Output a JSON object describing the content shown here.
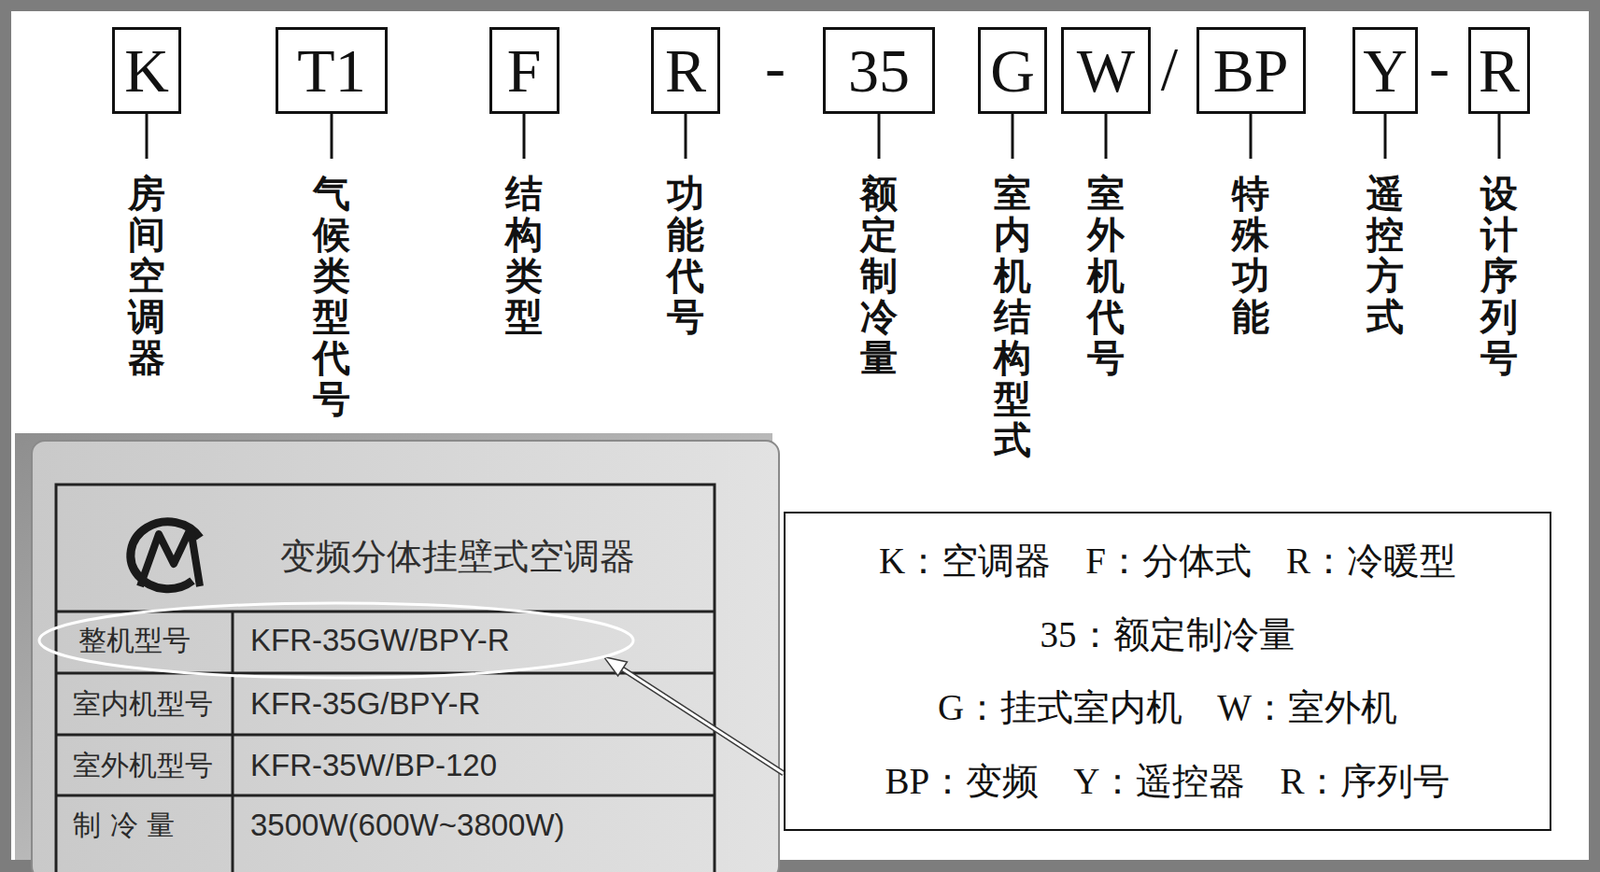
{
  "diagram": {
    "nodes": [
      {
        "text": [
          "K"
        ]
      },
      {
        "text": [
          "T1"
        ]
      },
      {
        "text": [
          "F"
        ]
      },
      {
        "text": [
          "R"
        ]
      },
      {
        "text": [
          "35"
        ]
      },
      {
        "text": [
          "G"
        ]
      },
      {
        "text": [
          "W"
        ]
      },
      {
        "text": [
          "BP"
        ]
      },
      {
        "text": [
          "Y"
        ]
      },
      {
        "text": [
          "R"
        ]
      },
      {
        "text": [
          "整机型号",
          "KFR-35GW/BPY-R"
        ]
      },
      {
        "text": [
          "K：空调器 F：分体式 R：冷暖型",
          "35：额定制冷量",
          "G：挂式室内机 W：室外机",
          "BP：变频 Y：遥控器 R：序列号"
        ]
      }
    ],
    "edges": [
      {
        "from": 11,
        "to": 10,
        "arrow": "to"
      }
    ],
    "labels": [
      "-",
      "/",
      "-",
      "房间空调器",
      "气候类型代号",
      "结构类型",
      "功能代号",
      "额定制冷量",
      "室内机结构型式",
      "室外机代号",
      "特殊功能",
      "遥控方式",
      "设计序列号",
      "变频分体挂壁式空调器",
      "室内机型号",
      "KFR-35G/BPY-R",
      "室外机型号",
      "KFR-35W/BP-120",
      "制 冷 量",
      "3500W(600W~3800W)"
    ]
  }
}
